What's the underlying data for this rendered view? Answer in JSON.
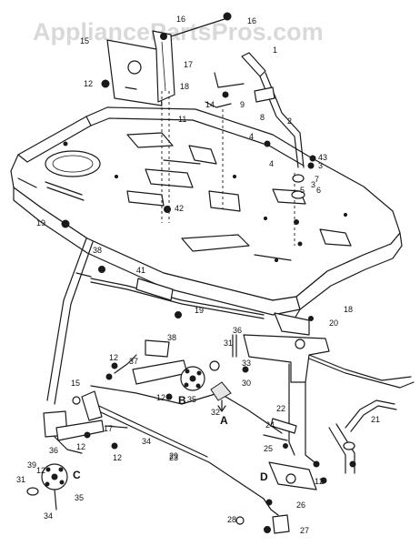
{
  "watermark": "AppliancePartsPros.com",
  "callouts": [
    {
      "id": "c1",
      "text": "1"
    },
    {
      "id": "c2",
      "text": "2"
    },
    {
      "id": "c3",
      "text": "3"
    },
    {
      "id": "c3b",
      "text": "3"
    },
    {
      "id": "c4",
      "text": "4"
    },
    {
      "id": "c4b",
      "text": "4"
    },
    {
      "id": "c5",
      "text": "5"
    },
    {
      "id": "c6",
      "text": "6"
    },
    {
      "id": "c7",
      "text": "7"
    },
    {
      "id": "c8",
      "text": "8"
    },
    {
      "id": "c9",
      "text": "9"
    },
    {
      "id": "c11",
      "text": "11"
    },
    {
      "id": "c12a",
      "text": "12"
    },
    {
      "id": "c12b",
      "text": "12"
    },
    {
      "id": "c12c",
      "text": "12"
    },
    {
      "id": "c12d",
      "text": "12"
    },
    {
      "id": "c12e",
      "text": "12"
    },
    {
      "id": "c12f",
      "text": "12"
    },
    {
      "id": "c12g",
      "text": "12"
    },
    {
      "id": "c14",
      "text": "14"
    },
    {
      "id": "c15",
      "text": "15"
    },
    {
      "id": "c15b",
      "text": "15"
    },
    {
      "id": "c16",
      "text": "16"
    },
    {
      "id": "c16b",
      "text": "16"
    },
    {
      "id": "c17",
      "text": "17"
    },
    {
      "id": "c17b",
      "text": "17"
    },
    {
      "id": "c18",
      "text": "18"
    },
    {
      "id": "c18b",
      "text": "18"
    },
    {
      "id": "c19",
      "text": "19"
    },
    {
      "id": "c19b",
      "text": "19"
    },
    {
      "id": "c20",
      "text": "20"
    },
    {
      "id": "c21",
      "text": "21"
    },
    {
      "id": "c22",
      "text": "22"
    },
    {
      "id": "c23",
      "text": "23"
    },
    {
      "id": "c24",
      "text": "24"
    },
    {
      "id": "c25",
      "text": "25"
    },
    {
      "id": "c26",
      "text": "26"
    },
    {
      "id": "c27",
      "text": "27"
    },
    {
      "id": "c28",
      "text": "28"
    },
    {
      "id": "c29",
      "text": "29"
    },
    {
      "id": "c30",
      "text": "30"
    },
    {
      "id": "c31",
      "text": "31"
    },
    {
      "id": "c31b",
      "text": "31"
    },
    {
      "id": "c32",
      "text": "32"
    },
    {
      "id": "c33",
      "text": "33"
    },
    {
      "id": "c34",
      "text": "34"
    },
    {
      "id": "c34b",
      "text": "34"
    },
    {
      "id": "c35",
      "text": "35"
    },
    {
      "id": "c35b",
      "text": "35"
    },
    {
      "id": "c36",
      "text": "36"
    },
    {
      "id": "c36b",
      "text": "36"
    },
    {
      "id": "c37",
      "text": "37"
    },
    {
      "id": "c38",
      "text": "38"
    },
    {
      "id": "c38b",
      "text": "38"
    },
    {
      "id": "c39",
      "text": "39"
    },
    {
      "id": "c41",
      "text": "41"
    },
    {
      "id": "c42",
      "text": "42"
    },
    {
      "id": "c43",
      "text": "43"
    }
  ],
  "view_letters": [
    {
      "id": "vA",
      "text": "A"
    },
    {
      "id": "vB",
      "text": "B"
    },
    {
      "id": "vC",
      "text": "C"
    },
    {
      "id": "vD",
      "text": "D"
    }
  ]
}
